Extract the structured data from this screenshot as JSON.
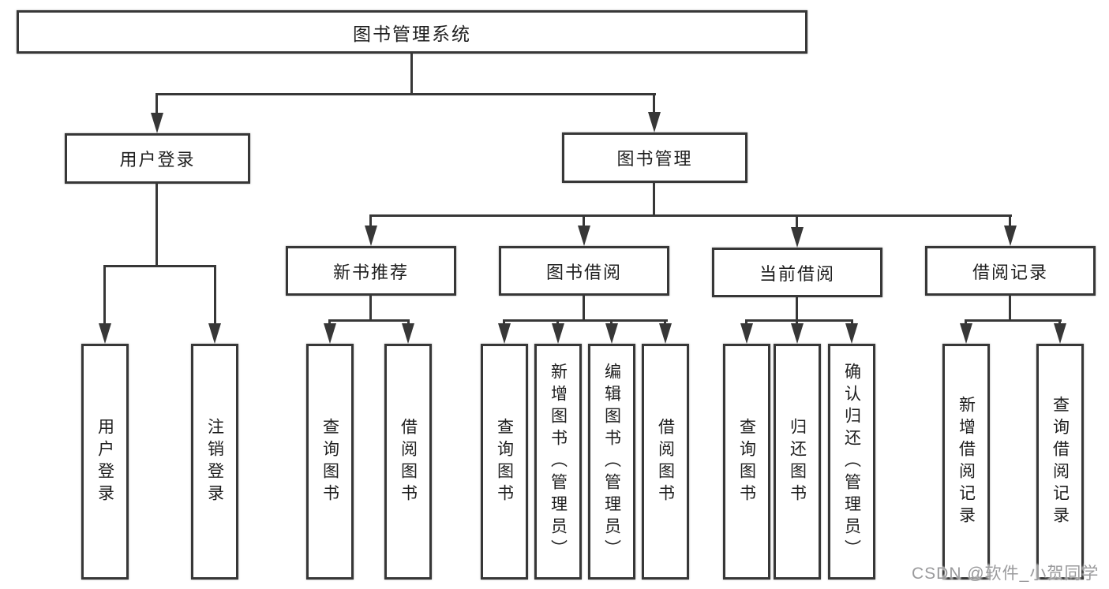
{
  "nodes": {
    "root": {
      "label": "图书管理系统"
    },
    "user_login": {
      "label": "用户登录"
    },
    "book_mgmt": {
      "label": "图书管理"
    },
    "new_book_rec": {
      "label": "新书推荐"
    },
    "book_borrow": {
      "label": "图书借阅"
    },
    "current_borrow": {
      "label": "当前借阅"
    },
    "borrow_record": {
      "label": "借阅记录"
    },
    "leaf_user_login": {
      "label": "用户登录"
    },
    "leaf_logout": {
      "label": "注销登录"
    },
    "leaf_rec_query": {
      "label": "查询图书"
    },
    "leaf_rec_borrow": {
      "label": "借阅图书"
    },
    "leaf_bb_query": {
      "label": "查询图书"
    },
    "leaf_bb_add": {
      "label": "新增图书（管理员）"
    },
    "leaf_bb_edit": {
      "label": "编辑图书（管理员）"
    },
    "leaf_bb_borrow": {
      "label": "借阅图书"
    },
    "leaf_cb_query": {
      "label": "查询图书"
    },
    "leaf_cb_return": {
      "label": "归还图书"
    },
    "leaf_cb_confirm": {
      "label": "确认归还（管理员）"
    },
    "leaf_br_add": {
      "label": "新增借阅记录"
    },
    "leaf_br_query": {
      "label": "查询借阅记录"
    }
  },
  "tree": {
    "图书管理系统": {
      "用户登录": [
        "用户登录",
        "注销登录"
      ],
      "图书管理": {
        "新书推荐": [
          "查询图书",
          "借阅图书"
        ],
        "图书借阅": [
          "查询图书",
          "新增图书（管理员）",
          "编辑图书（管理员）",
          "借阅图书"
        ],
        "当前借阅": [
          "查询图书",
          "归还图书",
          "确认归还（管理员）"
        ],
        "借阅记录": [
          "新增借阅记录",
          "查询借阅记录"
        ]
      }
    }
  },
  "watermark": {
    "text": "CSDN @软件_小贺同学"
  },
  "colors": {
    "line": "#373737",
    "text": "#1e1e1e",
    "background": "#ffffff",
    "watermark": "#9a9a9c"
  }
}
